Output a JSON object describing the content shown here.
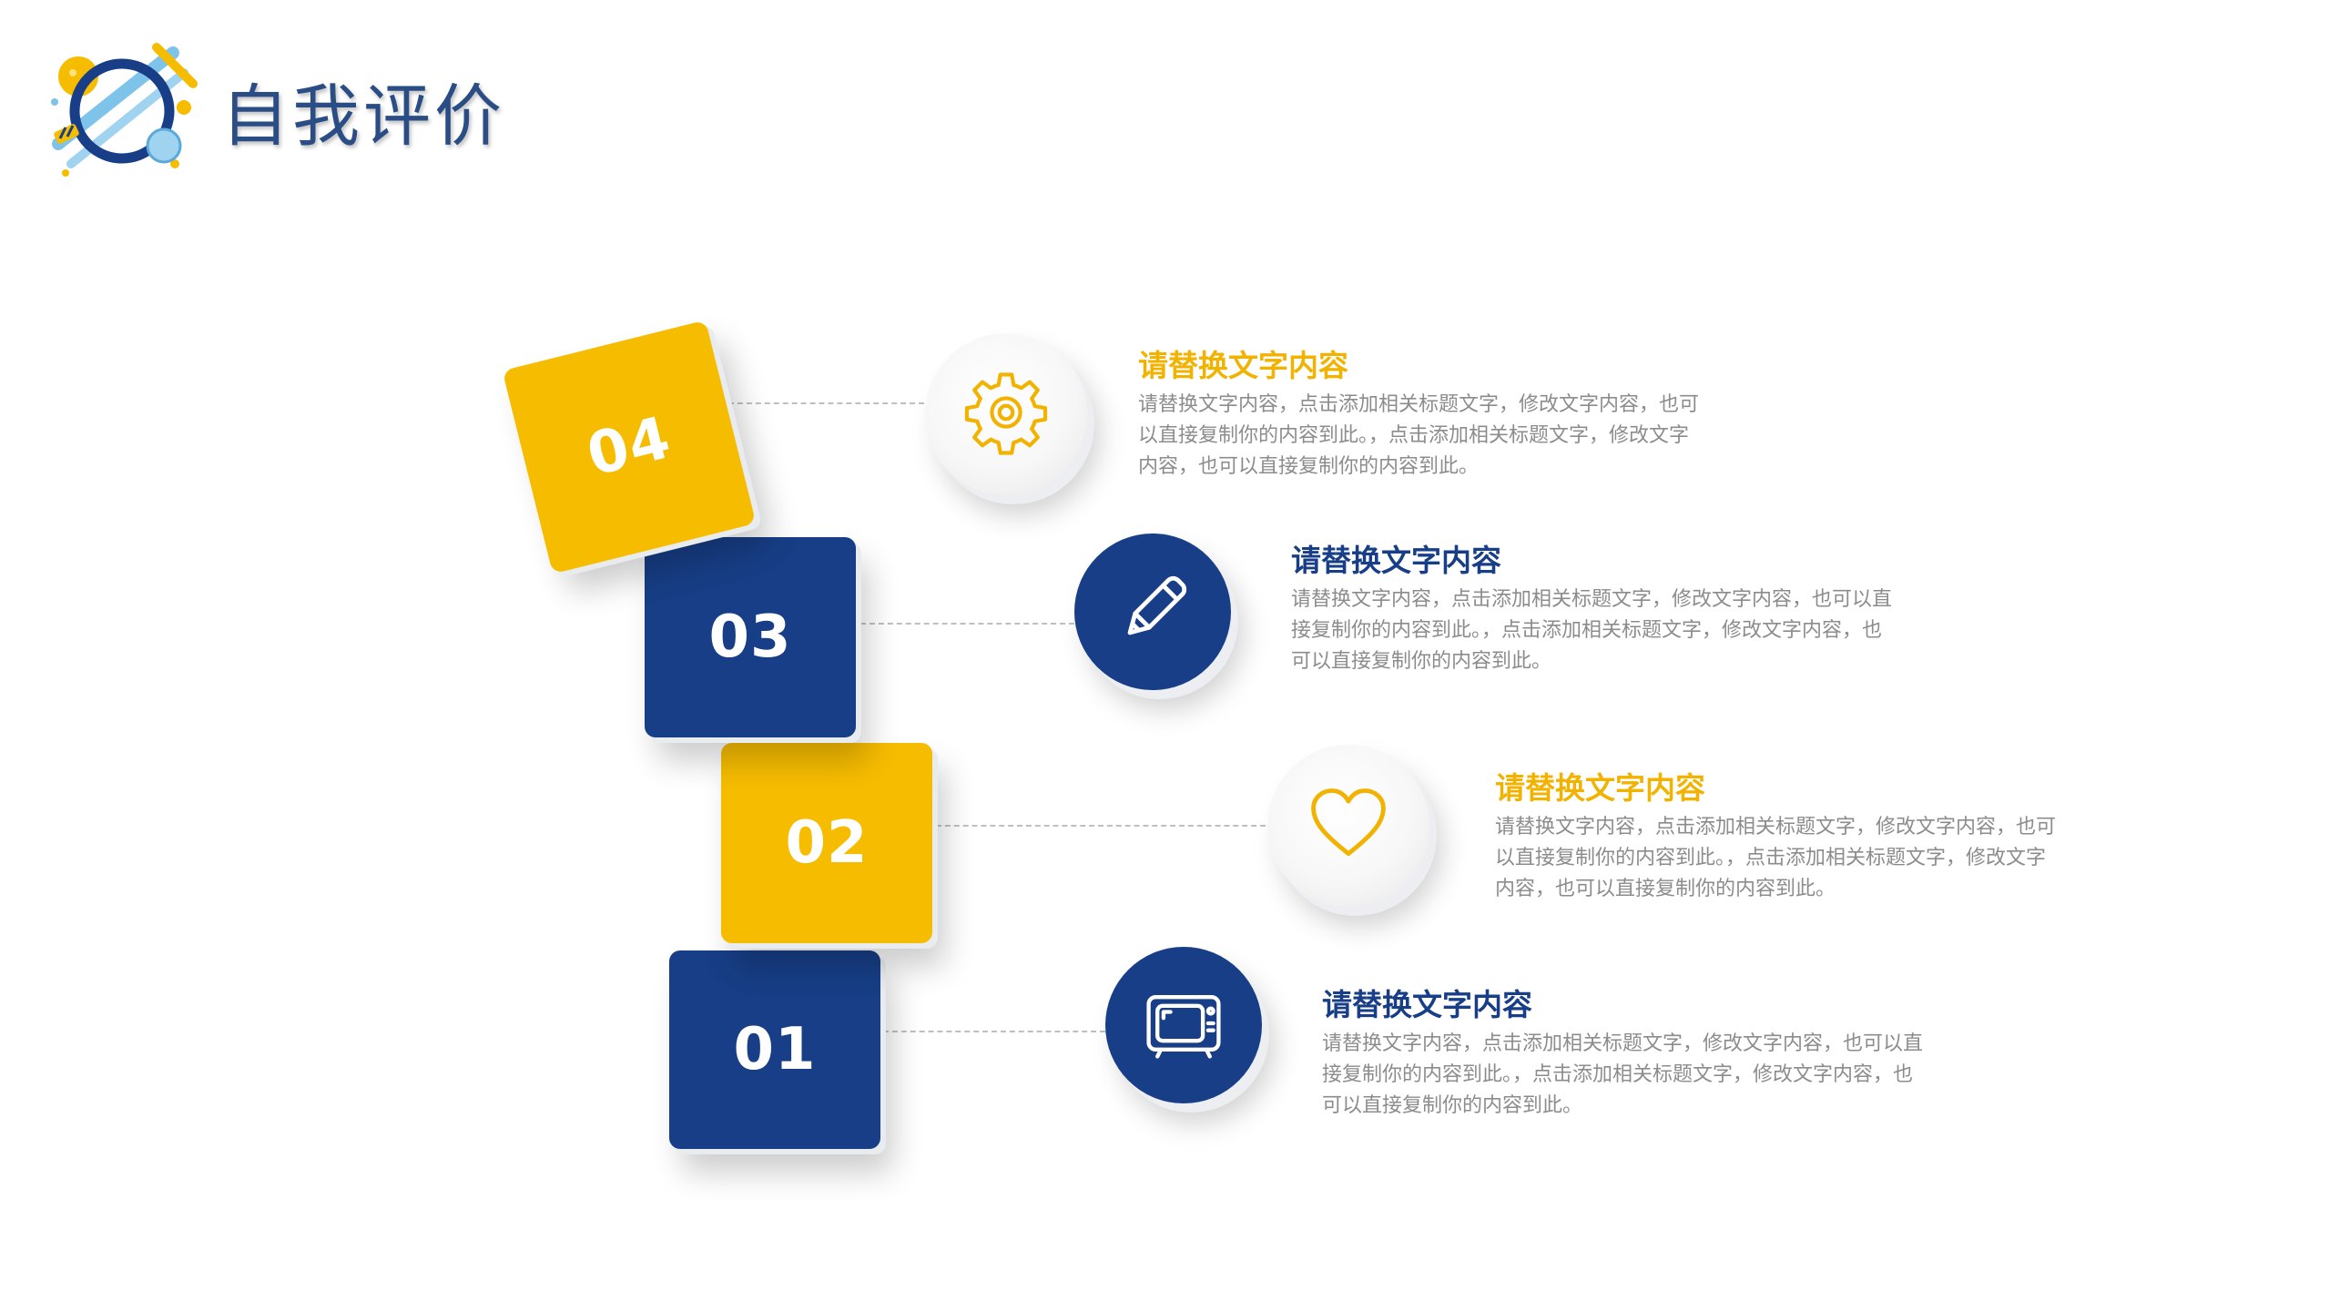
{
  "title": "自我评价",
  "colors": {
    "yellow": "#f6bc00",
    "navy": "#173e86",
    "title_blue": "#2a4d86",
    "body_gray": "#8c8c8c"
  },
  "steps": [
    {
      "number": "04",
      "color": "yellow",
      "icon": "gear-icon",
      "heading": "请替换文字内容",
      "body": "请替换文字内容，点击添加相关标题文字，修改文字内容，也可以直接复制你的内容到此。，点击添加相关标题文字，修改文字内容，也可以直接复制你的内容到此。"
    },
    {
      "number": "03",
      "color": "navy",
      "icon": "pencil-icon",
      "heading": "请替换文字内容",
      "body": "请替换文字内容，点击添加相关标题文字，修改文字内容，也可以直接复制你的内容到此。，点击添加相关标题文字，修改文字内容，也可以直接复制你的内容到此。"
    },
    {
      "number": "02",
      "color": "yellow",
      "icon": "heart-icon",
      "heading": "请替换文字内容",
      "body": "请替换文字内容，点击添加相关标题文字，修改文字内容，也可以直接复制你的内容到此。，点击添加相关标题文字，修改文字内容，也可以直接复制你的内容到此。"
    },
    {
      "number": "01",
      "color": "navy",
      "icon": "tv-icon",
      "heading": "请替换文字内容",
      "body": "请替换文字内容，点击添加相关标题文字，修改文字内容，也可以直接复制你的内容到此。，点击添加相关标题文字，修改文字内容，也可以直接复制你的内容到此。"
    }
  ]
}
